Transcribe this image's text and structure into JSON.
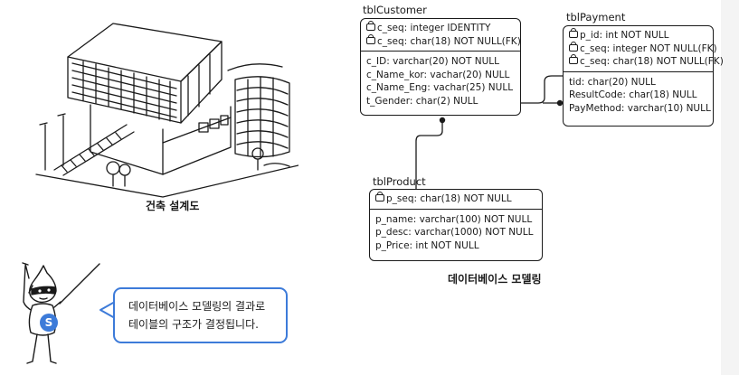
{
  "left_caption": "건축 설계도",
  "right_caption": "데이터베이스 모델링",
  "speech": {
    "line1": "데이터베이스 모델링의 결과로",
    "line2": "테이블의 구조가 결정됩니다."
  },
  "mascot": {
    "badge": "S",
    "badge_color": "#3d7bd9"
  },
  "accent_color": "#3d7bd9",
  "tables": {
    "customer": {
      "name": "tblCustomer",
      "keys": [
        "c_seq: integer IDENTITY",
        "c_seq: char(18) NOT NULL(FK)"
      ],
      "columns": [
        "c_ID: varchar(20) NOT NULL",
        "c_Name_kor: vachar(20) NULL",
        "c_Name_Eng: vachar(25) NULL",
        "t_Gender: char(2) NULL"
      ]
    },
    "payment": {
      "name": "tblPayment",
      "keys": [
        "p_id: int NOT NULL",
        "c_seq: integer NOT NULL(FK)",
        "c_seq: char(18) NOT NULL(FK)"
      ],
      "columns": [
        "tid: char(20) NULL",
        "ResultCode: char(18) NULL",
        "PayMethod: varchar(10) NULL"
      ]
    },
    "product": {
      "name": "tblProduct",
      "keys": [
        "p_seq: char(18) NOT NULL"
      ],
      "columns": [
        "p_name: varchar(100) NOT NULL",
        "p_desc: varchar(1000) NOT NULL",
        "p_Price: int  NOT NULL"
      ]
    }
  }
}
